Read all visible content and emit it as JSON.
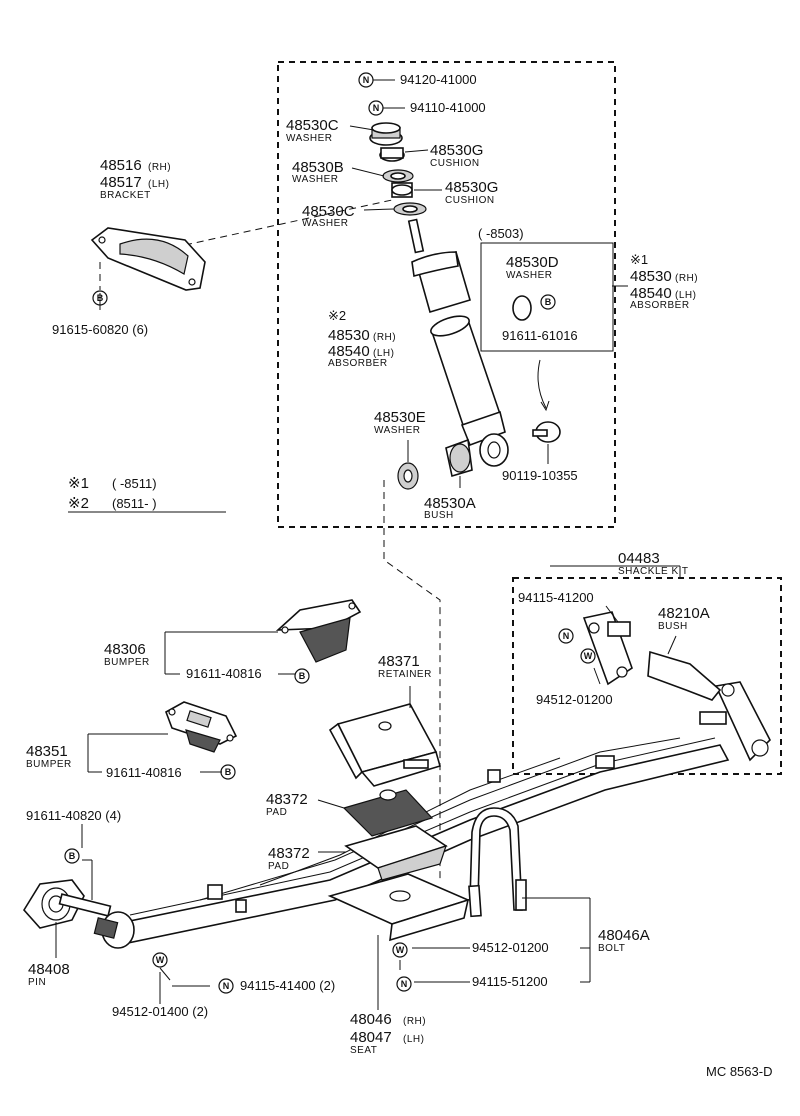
{
  "diagram_code": "MC 8563-D",
  "notes": {
    "note1_mark": "※1",
    "note1_range": "(       -8511)",
    "note2_mark": "※2",
    "note2_range": "(8511-         )"
  },
  "top_group": {
    "nut_top": "94120-41000",
    "nut_second": "94110-41000",
    "washer_c_upper": "48530C",
    "washer_c_lower": "48530C",
    "washer_b": "48530B",
    "cushion_g_upper": "48530G",
    "cushion_g_lower": "48530G",
    "name_washer": "WASHER",
    "name_cushion": "CUSHION",
    "range_8503": "(       -8503)",
    "washer_d": "48530D",
    "bolt_91611_61016": "91611-61016",
    "absorber1_rh": "48530",
    "absorber1_lh": "48540",
    "rh_tag": "(RH)",
    "lh_tag": "(LH)",
    "name_absorber": "ABSORBER",
    "mark1": "※1",
    "mark2": "※2",
    "absorber2_rh": "48530",
    "absorber2_lh": "48540",
    "washer_e": "48530E",
    "bush_a": "48530A",
    "name_bush": "BUSH",
    "bolt_90119": "90119-10355"
  },
  "bracket": {
    "rh": "48516",
    "lh": "48517",
    "name": "BRACKET",
    "bolt": "91615-60820 (6)"
  },
  "shackle": {
    "kit": "04483",
    "kit_name": "SHACKLE KIT",
    "nut": "94115-41200",
    "bush": "48210A",
    "bush_name": "BUSH",
    "washer": "94512-01200"
  },
  "bumpers": {
    "b1": "48306",
    "b1_name": "BUMPER",
    "b1_bolt": "91611-40816",
    "b2": "48351",
    "b2_name": "BUMPER",
    "b2_bolt": "91611-40816"
  },
  "center": {
    "retainer": "48371",
    "retainer_name": "RETAINER",
    "pad_upper": "48372",
    "pad_lower": "48372",
    "pad_name": "PAD",
    "seat_rh": "48046",
    "seat_lh": "48047",
    "seat_name": "SEAT",
    "bolt": "48046A",
    "bolt_name": "BOLT",
    "washer": "94512-01200",
    "nut": "94115-51200"
  },
  "pin_group": {
    "bolt": "91611-40820 (4)",
    "pin": "48408",
    "pin_name": "PIN",
    "washer": "94512-01400 (2)",
    "nut": "94115-41400 (2)"
  },
  "callout_letters": {
    "nut": "N",
    "bolt": "B",
    "washer": "W"
  }
}
